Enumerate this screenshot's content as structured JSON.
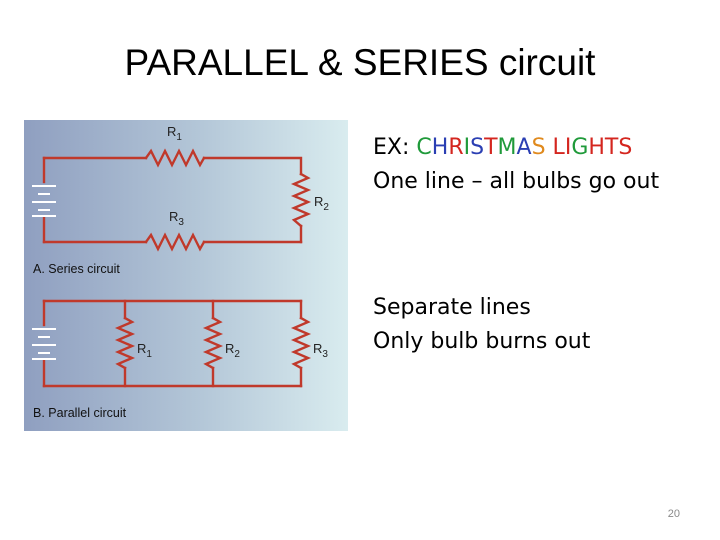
{
  "slide": {
    "title": "PARALLEL & SERIES circuit",
    "page_number": "20"
  },
  "example": {
    "prefix": "EX: ",
    "colored_word": [
      {
        "text": "C",
        "color": "#1f9a3a"
      },
      {
        "text": "H",
        "color": "#2b3fb3"
      },
      {
        "text": "R",
        "color": "#d4261f"
      },
      {
        "text": "I",
        "color": "#1f9a3a"
      },
      {
        "text": "S",
        "color": "#2b3fb3"
      },
      {
        "text": "T",
        "color": "#d4261f"
      },
      {
        "text": "M",
        "color": "#1f9a3a"
      },
      {
        "text": "A",
        "color": "#2b3fb3"
      },
      {
        "text": "S",
        "color": "#e08a1e"
      },
      {
        "text": " ",
        "color": "#000000"
      },
      {
        "text": "L",
        "color": "#d4261f"
      },
      {
        "text": "I",
        "color": "#d4261f"
      },
      {
        "text": "G",
        "color": "#1f9a3a"
      },
      {
        "text": "H",
        "color": "#d4261f"
      },
      {
        "text": "T",
        "color": "#d4261f"
      },
      {
        "text": "S",
        "color": "#d4261f"
      }
    ],
    "series_note": "One line – all bulbs go out"
  },
  "parallel_notes": {
    "line1": "Separate lines",
    "line2": "Only bulb burns out"
  },
  "diagram": {
    "wire_color": "#c0392b",
    "series": {
      "caption": "A. Series circuit",
      "r1": {
        "letter": "R",
        "sub": "1"
      },
      "r2": {
        "letter": "R",
        "sub": "2"
      },
      "r3": {
        "letter": "R",
        "sub": "3"
      }
    },
    "parallel": {
      "caption": "B. Parallel circuit",
      "r1": {
        "letter": "R",
        "sub": "1"
      },
      "r2": {
        "letter": "R",
        "sub": "2"
      },
      "r3": {
        "letter": "R",
        "sub": "3"
      }
    }
  }
}
